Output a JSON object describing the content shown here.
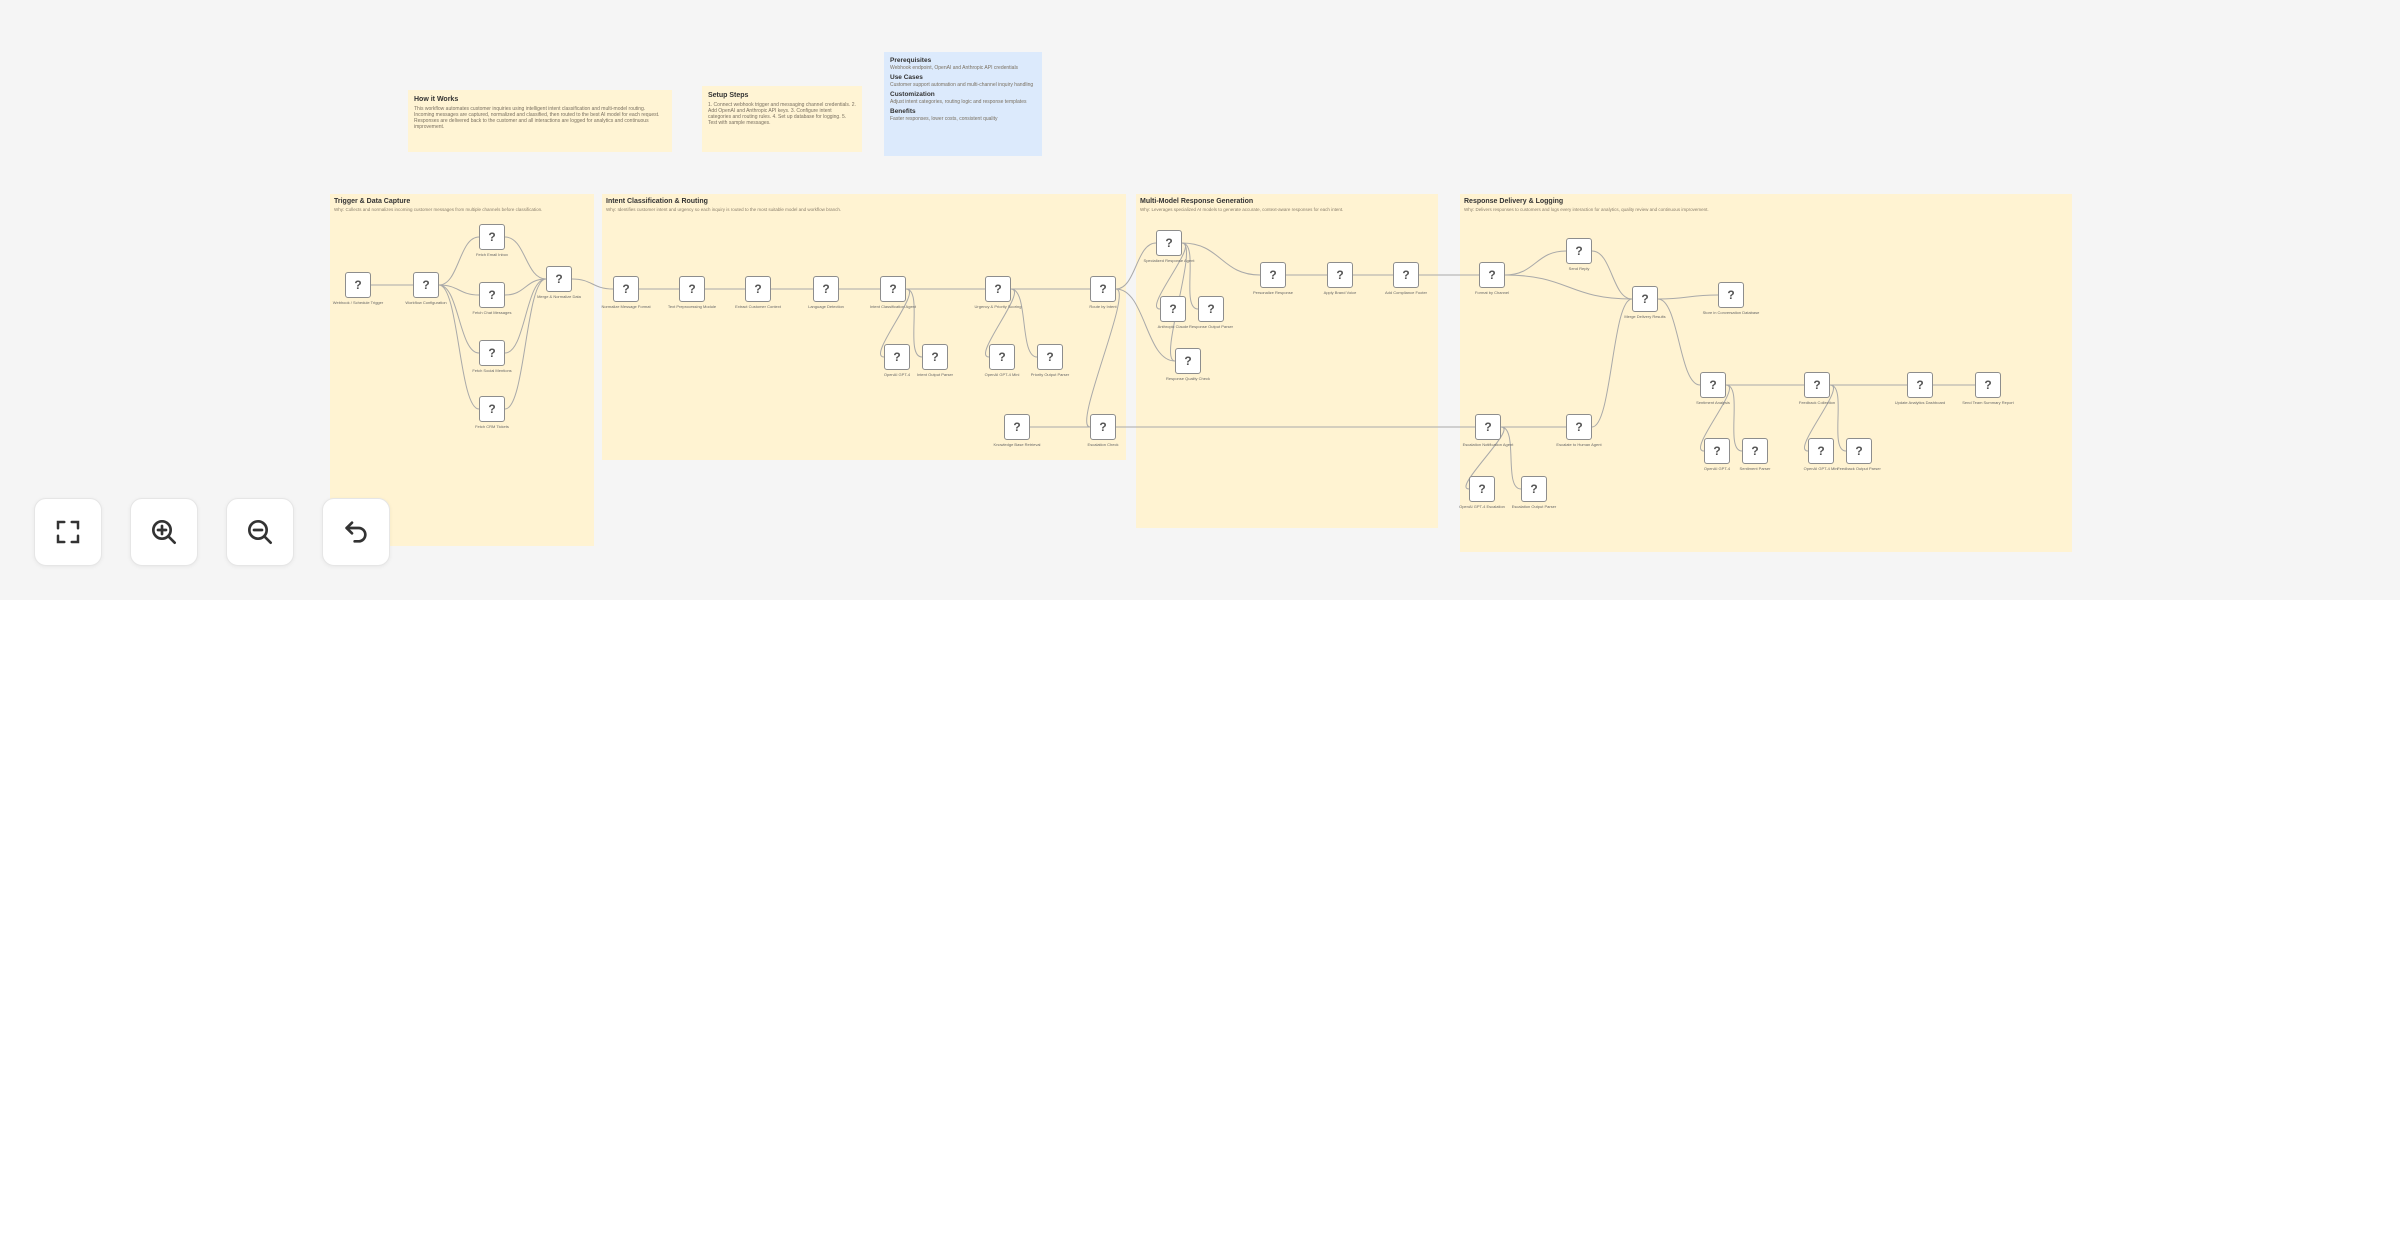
{
  "notes": {
    "how_it_works": {
      "title": "How it Works",
      "body": "This workflow automates customer inquiries using intelligent intent classification and multi-model routing. Incoming messages are captured, normalized and classified, then routed to the best AI model for each request. Responses are delivered back to the customer and all interactions are logged for analytics and continuous improvement."
    },
    "setup_steps": {
      "title": "Setup Steps",
      "body": "1. Connect webhook trigger and messaging channel credentials. 2. Add OpenAI and Anthropic API keys. 3. Configure intent categories and routing rules. 4. Set up database for logging. 5. Test with sample messages."
    },
    "info": {
      "prerequisites_title": "Prerequisites",
      "prerequisites_body": "Webhook endpoint, OpenAI and Anthropic API credentials",
      "use_cases_title": "Use Cases",
      "use_cases_body": "Customer support automation and multi-channel inquiry handling",
      "customization_title": "Customization",
      "customization_body": "Adjust intent categories, routing logic and response templates",
      "benefits_title": "Benefits",
      "benefits_body": "Faster responses, lower costs, consistent quality"
    }
  },
  "groups": {
    "trigger": {
      "title": "Trigger & Data Capture",
      "desc": "Why: Collects and normalizes incoming customer messages from multiple channels before classification."
    },
    "intent": {
      "title": "Intent Classification & Routing",
      "desc": "Why: Identifies customer intent and urgency so each inquiry is routed to the most suitable model and workflow branch."
    },
    "multimodel": {
      "title": "Multi-Model Response Generation",
      "desc": "Why: Leverages specialized AI models to generate accurate, context-aware responses for each intent."
    },
    "delivery": {
      "title": "Response Delivery & Logging",
      "desc": "Why: Delivers responses to customers and logs every interaction for analytics, quality review and continuous improvement."
    }
  },
  "nodes": {
    "n1": {
      "label": "Webhook / Schedule Trigger"
    },
    "n2": {
      "label": "Workflow Configuration"
    },
    "n3": {
      "label": "Fetch Email Inbox"
    },
    "n4": {
      "label": "Fetch Chat Messages"
    },
    "n5": {
      "label": "Fetch Social Mentions"
    },
    "n6": {
      "label": "Fetch CRM Tickets"
    },
    "n7": {
      "label": "Merge & Normalize Data"
    },
    "n8": {
      "label": "Normalize Message Format"
    },
    "n9": {
      "label": "Text Preprocessing Module"
    },
    "n10": {
      "label": "Extract Customer Context"
    },
    "n11": {
      "label": "Language Detection"
    },
    "n12": {
      "label": "Intent Classification Agent"
    },
    "n13": {
      "label": "OpenAI GPT-4"
    },
    "n14": {
      "label": "Intent Output Parser"
    },
    "n15": {
      "label": "Urgency & Priority Scoring"
    },
    "n16": {
      "label": "OpenAI GPT-4 Mini"
    },
    "n17": {
      "label": "Priority Output Parser"
    },
    "n18": {
      "label": "Route by Intent"
    },
    "n19": {
      "label": "Knowledge Base Retrieval"
    },
    "n20": {
      "label": "Escalation Check"
    },
    "n21": {
      "label": "Specialized Response Agent"
    },
    "n22": {
      "label": "Anthropic Claude"
    },
    "n23": {
      "label": "Response Output Parser"
    },
    "n24": {
      "label": "Response Quality Check"
    },
    "n25": {
      "label": "Personalize Response"
    },
    "n26": {
      "label": "Apply Brand Voice"
    },
    "n27": {
      "label": "Add Compliance Footer"
    },
    "n28": {
      "label": "Format by Channel"
    },
    "n29": {
      "label": "Send Reply"
    },
    "n30": {
      "label": "Merge Delivery Results"
    },
    "n31": {
      "label": "Store in Conversation Database"
    },
    "n32": {
      "label": "Sentiment Analysis"
    },
    "n33": {
      "label": "OpenAI GPT-4"
    },
    "n34": {
      "label": "Sentiment Parser"
    },
    "n35": {
      "label": "Feedback Collection"
    },
    "n36": {
      "label": "OpenAI GPT-4 Mini"
    },
    "n37": {
      "label": "Feedback Output Parser"
    },
    "n38": {
      "label": "Update Analytics Dashboard"
    },
    "n39": {
      "label": "Send Team Summary Report"
    },
    "n40": {
      "label": "Escalation Notification Agent"
    },
    "n41": {
      "label": "OpenAI GPT-4 Escalation"
    },
    "n42": {
      "label": "Escalation Output Parser"
    },
    "n43": {
      "label": "Escalate to Human Agent"
    }
  },
  "node_glyph": "?",
  "controls": {
    "fit_view": "fullscreen-icon",
    "zoom_in": "zoom-in-icon",
    "zoom_out": "zoom-out-icon",
    "undo": "undo-icon"
  },
  "colors": {
    "canvas_bg": "#f5f5f5",
    "sticky_yellow": "#fff3d2",
    "sticky_blue": "#dceafc",
    "node_border": "#8d8d8d",
    "edge": "#a9a9a9"
  }
}
